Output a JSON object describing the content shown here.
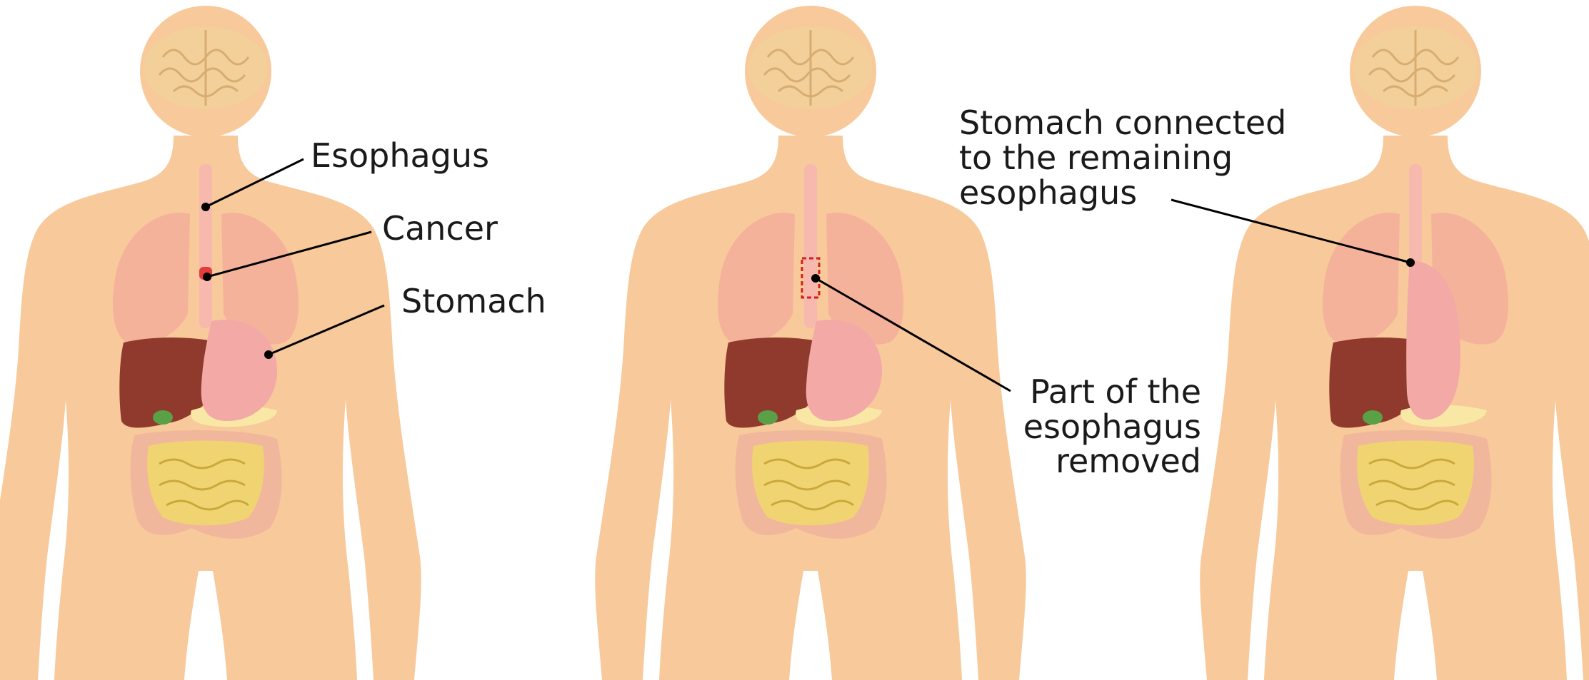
{
  "panels": [
    {
      "labels": {
        "esophagus": "Esophagus",
        "cancer": "Cancer",
        "stomach": "Stomach"
      }
    },
    {
      "labels": {
        "removed": [
          "Part of the",
          "esophagus",
          "removed"
        ]
      }
    },
    {
      "labels": {
        "connected": [
          "Stomach connected",
          "to the remaining",
          "esophagus"
        ]
      }
    }
  ],
  "colors": {
    "skin": "#f8c99a",
    "brain": "#f3d09a",
    "lung": "#f5b29b",
    "liver": "#8f3a2c",
    "stomach": "#f3a9a5",
    "esophagus": "#f7b9ae",
    "intestine": "#f0d472",
    "colon": "#f1b79c",
    "gallbladder": "#5aa047",
    "pancreas": "#f8e7a5",
    "tumor": "#e53b3b",
    "removed_outline": "#d21f1f"
  },
  "icons": {
    "body": "human-torso-silhouette",
    "brain": "brain-icon"
  }
}
